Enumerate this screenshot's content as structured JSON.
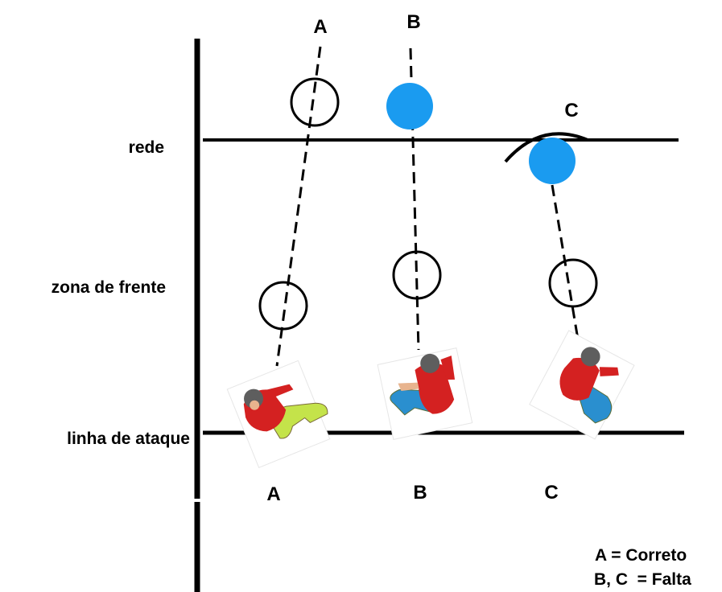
{
  "zones": {
    "net": "rede",
    "front_zone": "zona de frente",
    "attack_line": "linha de ataque"
  },
  "players": [
    {
      "id": "A",
      "top_label": "A",
      "bottom_label": "A",
      "ball_at_net": "open",
      "ball_color": "none",
      "legs_color": "#c4e34a",
      "shirt_color": "#d42121"
    },
    {
      "id": "B",
      "top_label": "B",
      "bottom_label": "B",
      "ball_at_net": "filled",
      "ball_color": "#1a9bf0",
      "legs_color": "#2a8fcf",
      "shirt_color": "#d42121"
    },
    {
      "id": "C",
      "top_label": "C",
      "bottom_label": "C",
      "ball_at_net": "filled",
      "ball_color": "#1a9bf0",
      "legs_color": "#2a8fcf",
      "shirt_color": "#d42121"
    }
  ],
  "legend": {
    "correct": "A = Correto",
    "fault": "B, C  = Falta"
  }
}
